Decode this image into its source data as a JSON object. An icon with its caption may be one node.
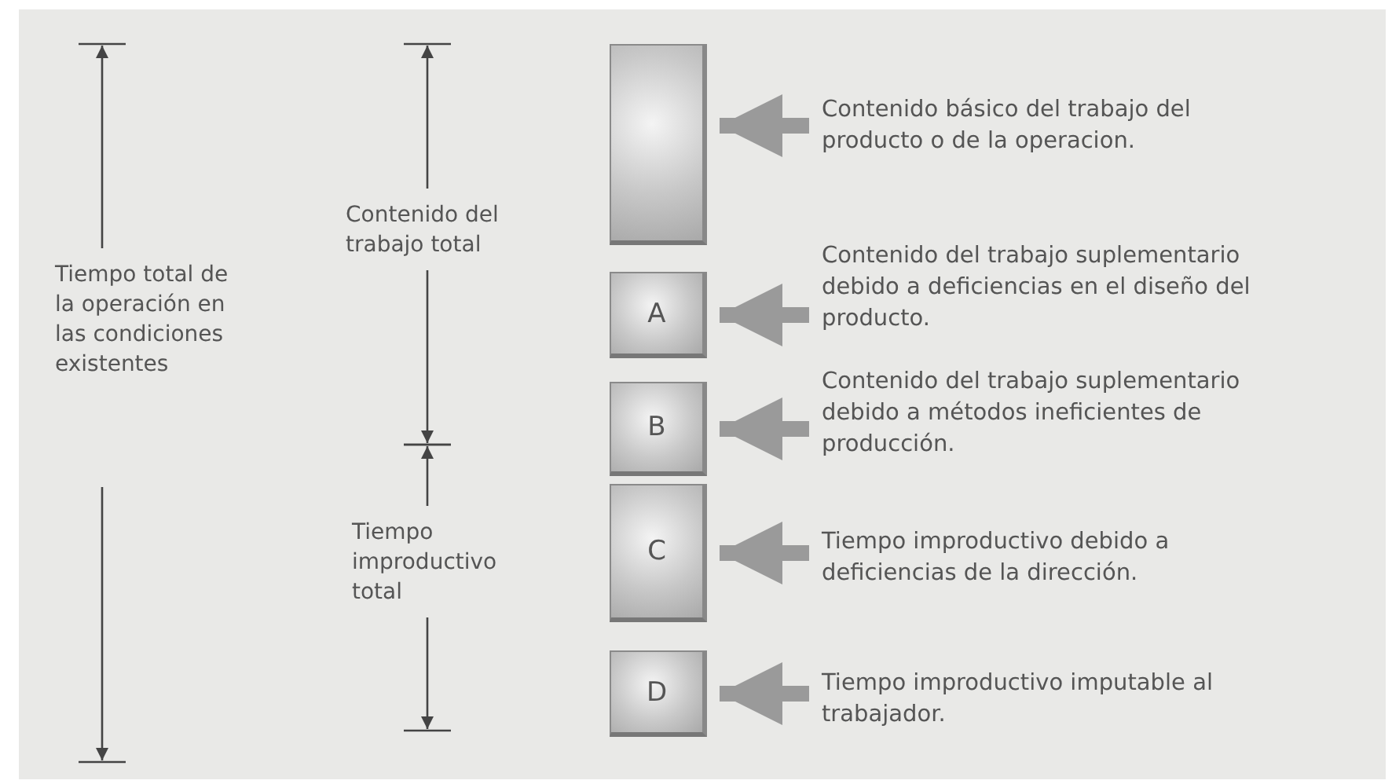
{
  "diagram": {
    "nodes": [
      {
        "text": [],
        "shape": "box"
      },
      {
        "text": [
          "A"
        ]
      },
      {
        "text": [
          "B"
        ]
      },
      {
        "text": [
          "C"
        ]
      },
      {
        "text": [
          "D"
        ]
      },
      {
        "text": [
          "Contenido básico del trabajo del producto o de la operacion."
        ]
      },
      {
        "text": [
          "Contenido del trabajo suplementario debido a deficiencias en el diseño del producto."
        ]
      },
      {
        "text": [
          "Contenido del trabajo suplementario debido a métodos ineficientes de producción."
        ]
      },
      {
        "text": [
          "Tiempo improductivo debido a deficiencias de la dirección."
        ]
      },
      {
        "text": [
          "Tiempo improductivo imputable al trabajador."
        ]
      }
    ],
    "edges": [
      {
        "from": 5,
        "to": 0,
        "arrow": "to"
      },
      {
        "from": 6,
        "to": 1,
        "arrow": "to"
      },
      {
        "from": 7,
        "to": 2,
        "arrow": "to"
      },
      {
        "from": 8,
        "to": 3,
        "arrow": "to"
      },
      {
        "from": 9,
        "to": 4,
        "arrow": "to"
      }
    ],
    "labels": [
      "Tiempo total de la operación en las condiciones existentes",
      "Contenido del trabajo total",
      "Tiempo improductivo total"
    ]
  }
}
